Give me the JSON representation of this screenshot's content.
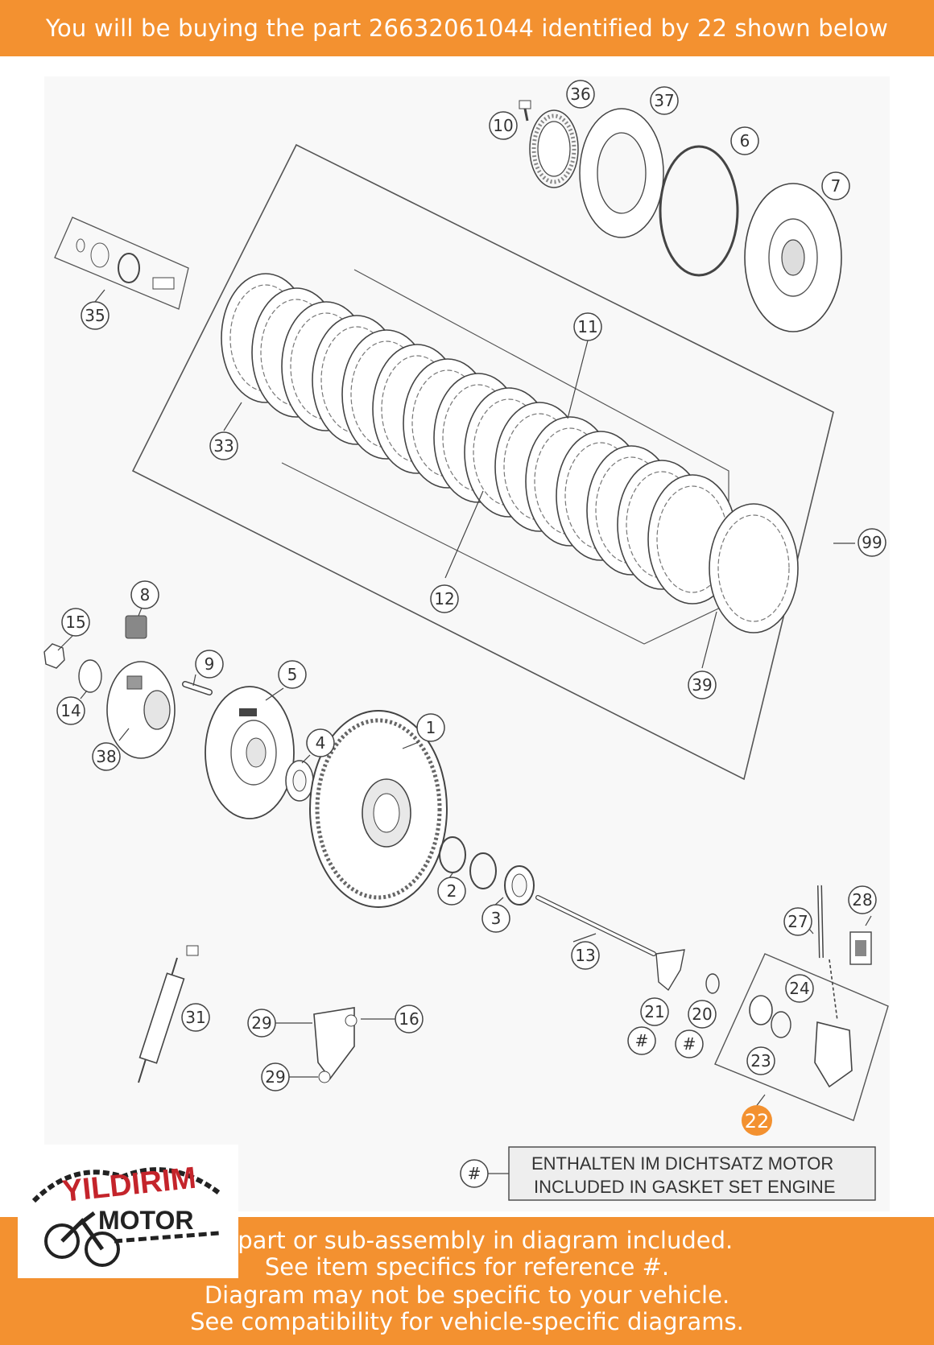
{
  "top_banner": {
    "text": "You will be buying the part 26632061044 identified by 22 shown below"
  },
  "callouts": [
    {
      "id": "c36",
      "label": "36"
    },
    {
      "id": "c37",
      "label": "37"
    },
    {
      "id": "c10",
      "label": "10"
    },
    {
      "id": "c6",
      "label": "6"
    },
    {
      "id": "c7",
      "label": "7"
    },
    {
      "id": "c35",
      "label": "35"
    },
    {
      "id": "c11",
      "label": "11"
    },
    {
      "id": "c33",
      "label": "33"
    },
    {
      "id": "c99",
      "label": "99"
    },
    {
      "id": "c12",
      "label": "12"
    },
    {
      "id": "c39",
      "label": "39"
    },
    {
      "id": "c8",
      "label": "8"
    },
    {
      "id": "c15",
      "label": "15"
    },
    {
      "id": "c9",
      "label": "9"
    },
    {
      "id": "c5",
      "label": "5"
    },
    {
      "id": "c14",
      "label": "14"
    },
    {
      "id": "c38",
      "label": "38"
    },
    {
      "id": "c4",
      "label": "4"
    },
    {
      "id": "c1",
      "label": "1"
    },
    {
      "id": "c2",
      "label": "2"
    },
    {
      "id": "c3",
      "label": "3"
    },
    {
      "id": "c13",
      "label": "13"
    },
    {
      "id": "c28",
      "label": "28"
    },
    {
      "id": "c27",
      "label": "27"
    },
    {
      "id": "c24",
      "label": "24"
    },
    {
      "id": "c21",
      "label": "21"
    },
    {
      "id": "c20",
      "label": "20"
    },
    {
      "id": "c31",
      "label": "31"
    },
    {
      "id": "c29a",
      "label": "29"
    },
    {
      "id": "c16",
      "label": "16"
    },
    {
      "id": "c29b",
      "label": "29"
    },
    {
      "id": "c23",
      "label": "23"
    },
    {
      "id": "h21",
      "label": "#"
    },
    {
      "id": "h20",
      "label": "#"
    },
    {
      "id": "c22",
      "label": "22"
    },
    {
      "id": "hleg",
      "label": "#"
    }
  ],
  "legend": {
    "line1": "ENTHALTEN IM DICHTSATZ MOTOR",
    "line2": "INCLUDED IN GASKET SET ENGINE"
  },
  "logo": {
    "line1": "YILDIRIM",
    "line2": "MOTOR"
  },
  "bottom_banner": {
    "line1": "ne part or sub-assembly in diagram included.",
    "line2": "See item specifics for reference #.",
    "line3": "Diagram may not be specific to your vehicle.",
    "line4": "See compatibility for vehicle-specific diagrams."
  },
  "colors": {
    "banner": "#f39130",
    "highlight": "#f39130",
    "ink": "#333333",
    "logo_red": "#c4242b"
  }
}
